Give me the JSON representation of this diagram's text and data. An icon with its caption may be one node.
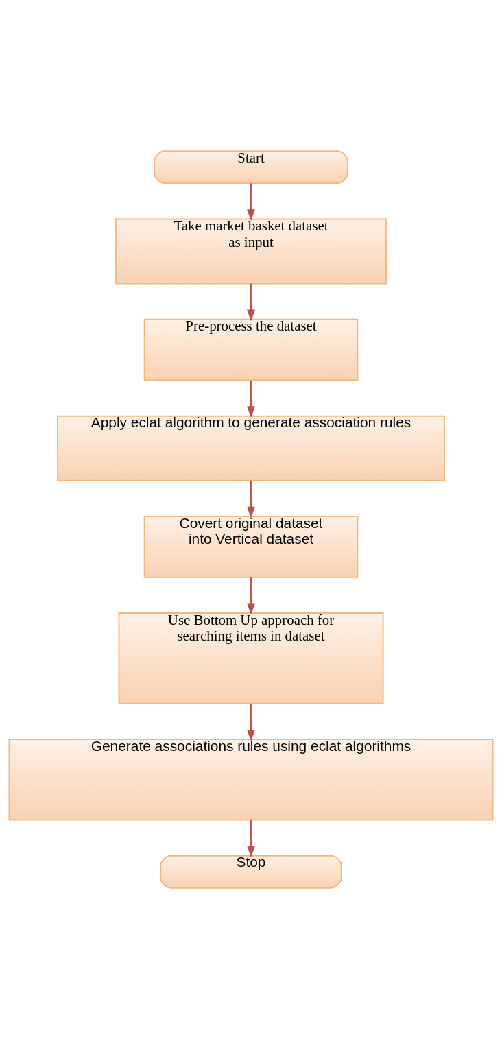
{
  "diagram": {
    "nodes": [
      {
        "text": [
          "Start"
        ]
      },
      {
        "text": [
          "Take market basket dataset as input"
        ]
      },
      {
        "text": [
          "Pre-process the dataset"
        ]
      },
      {
        "text": [
          "Apply eclat algorithm to generate association rules"
        ]
      },
      {
        "text": [
          "Covert original dataset into Vertical dataset"
        ]
      },
      {
        "text": [
          "Use Bottom Up approach for searching items in dataset"
        ]
      },
      {
        "text": [
          "Generate associations rules using eclat algorithms"
        ]
      },
      {
        "text": [
          "Stop"
        ]
      }
    ],
    "edges": [
      {
        "from": 0,
        "to": 1,
        "arrow": "to"
      },
      {
        "from": 1,
        "to": 2,
        "arrow": "to"
      },
      {
        "from": 2,
        "to": 3,
        "arrow": "to"
      },
      {
        "from": 3,
        "to": 4,
        "arrow": "to"
      },
      {
        "from": 4,
        "to": 5,
        "arrow": "to"
      },
      {
        "from": 5,
        "to": 6,
        "arrow": "to"
      },
      {
        "from": 6,
        "to": 7,
        "arrow": "to"
      }
    ]
  }
}
